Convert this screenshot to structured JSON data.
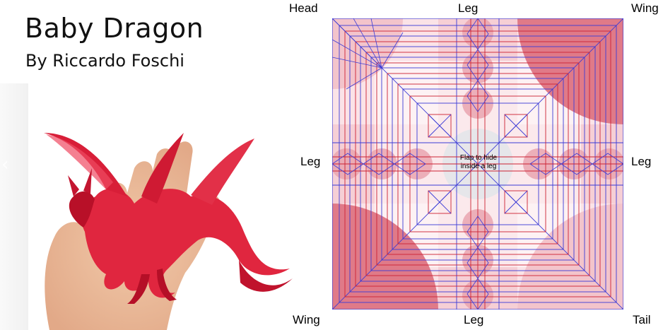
{
  "header": {
    "title": "Baby Dragon",
    "subtitle": "By Riccardo Foschi"
  },
  "photo": {
    "description_icon": "dragon-origami-photo",
    "nav_icon": "chevron-left-icon",
    "nav_glyph": "‹"
  },
  "crease_pattern": {
    "labels": {
      "top_left": "Head",
      "top_center": "Leg",
      "top_right": "Wing",
      "middle_left": "Leg",
      "middle_right": "Leg",
      "bottom_left": "Wing",
      "bottom_center": "Leg",
      "bottom_right": "Tail"
    },
    "center_note_line1": "Flap to hide",
    "center_note_line2": "inside a leg",
    "colors": {
      "mountain": "#cc2233",
      "valley": "#3b3bd6",
      "region_dark": "#e07a88",
      "region_light": "#f3c4cb",
      "region_pale": "#fbe3e7",
      "center_grey": "#e6e6ea"
    }
  }
}
